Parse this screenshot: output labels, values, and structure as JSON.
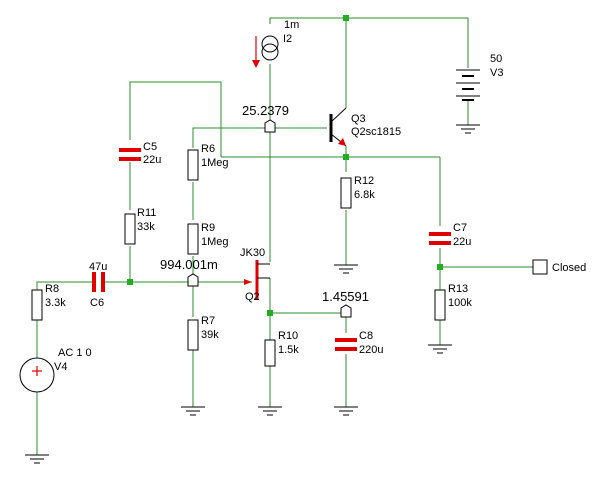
{
  "components": {
    "I2": {
      "name": "I2",
      "value": "1m"
    },
    "V3": {
      "name": "V3",
      "value": "50"
    },
    "V4": {
      "name": "V4",
      "value": "AC 1 0"
    },
    "Q3": {
      "name": "Q3",
      "model": "Q2sc1815"
    },
    "Q2": {
      "name": "Q2",
      "model": "JK30"
    },
    "C5": {
      "name": "C5",
      "value": "22u"
    },
    "C6": {
      "name": "C6",
      "value": "47u"
    },
    "C7": {
      "name": "C7",
      "value": "22u"
    },
    "C8": {
      "name": "C8",
      "value": "220u"
    },
    "R6": {
      "name": "R6",
      "value": "1Meg"
    },
    "R7": {
      "name": "R7",
      "value": "39k"
    },
    "R8": {
      "name": "R8",
      "value": "3.3k"
    },
    "R9": {
      "name": "R9",
      "value": "1Meg"
    },
    "R10": {
      "name": "R10",
      "value": "1.5k"
    },
    "R11": {
      "name": "R11",
      "value": "33k"
    },
    "R12": {
      "name": "R12",
      "value": "6.8k"
    },
    "R13": {
      "name": "R13",
      "value": "100k"
    }
  },
  "probes": {
    "p1": "25.2379",
    "p2": "994.001m",
    "p3": "1.45591"
  },
  "switch": {
    "label": "Closed"
  },
  "colors": {
    "wire": "#2e8b2e",
    "node": "#1fae1f",
    "capacitor": "#e00000",
    "device": "#000000"
  }
}
